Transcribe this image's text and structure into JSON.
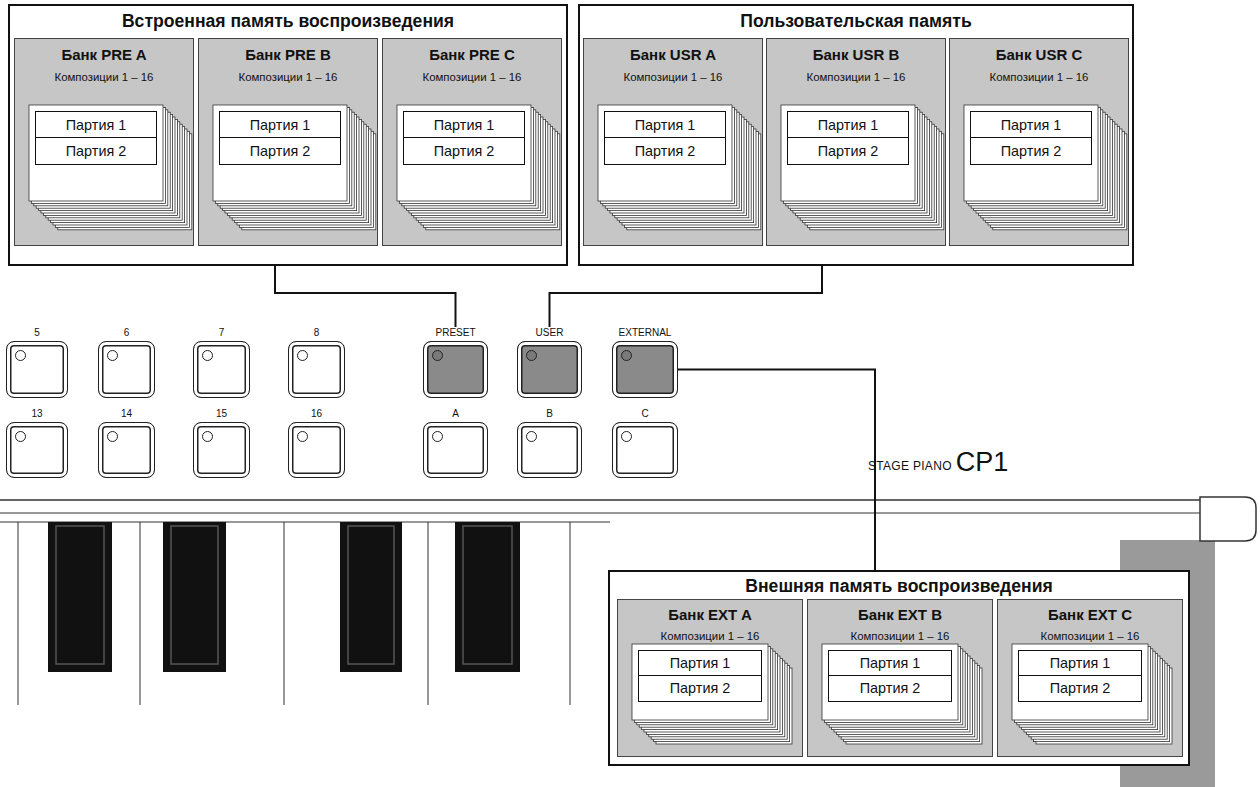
{
  "diagram": {
    "nodes": [
      {
        "text": [
          "Встроенная память воспроизведения"
        ]
      },
      {
        "text": [
          "Банк PRE A",
          "Композиции 1 – 16"
        ],
        "in": 0
      },
      {
        "text": [
          "Партия 1",
          "Партия 2"
        ],
        "in": 1
      },
      {
        "text": [
          "Банк PRE B",
          "Композиции 1 – 16"
        ],
        "in": 0
      },
      {
        "text": [
          "Партия 1",
          "Партия 2"
        ],
        "in": 3
      },
      {
        "text": [
          "Банк PRE C",
          "Композиции 1 – 16"
        ],
        "in": 0
      },
      {
        "text": [
          "Партия 1",
          "Партия 2"
        ],
        "in": 5
      },
      {
        "text": [
          "Пользовательская память"
        ]
      },
      {
        "text": [
          "Банк USR A",
          "Композиции 1 – 16"
        ],
        "in": 7
      },
      {
        "text": [
          "Партия 1",
          "Партия 2"
        ],
        "in": 8
      },
      {
        "text": [
          "Банк USR B",
          "Композиции 1 – 16"
        ],
        "in": 7
      },
      {
        "text": [
          "Партия 1",
          "Партия 2"
        ],
        "in": 10
      },
      {
        "text": [
          "Банк USR C",
          "Композиции 1 – 16"
        ],
        "in": 7
      },
      {
        "text": [
          "Партия 1",
          "Партия 2"
        ],
        "in": 12
      },
      {
        "text": [
          "5"
        ]
      },
      {
        "text": [
          "6"
        ]
      },
      {
        "text": [
          "7"
        ]
      },
      {
        "text": [
          "8"
        ]
      },
      {
        "text": [
          "PRESET"
        ]
      },
      {
        "text": [
          "USER"
        ]
      },
      {
        "text": [
          "EXTERNAL"
        ]
      },
      {
        "text": [
          "13"
        ]
      },
      {
        "text": [
          "14"
        ]
      },
      {
        "text": [
          "15"
        ]
      },
      {
        "text": [
          "16"
        ]
      },
      {
        "text": [
          "A"
        ]
      },
      {
        "text": [
          "B"
        ]
      },
      {
        "text": [
          "C"
        ]
      },
      {
        "text": [
          "Внешняя память воспроизведения"
        ]
      },
      {
        "text": [
          "Банк EXT A",
          "Композиции 1 – 16"
        ],
        "in": 28
      },
      {
        "text": [
          "Партия 1",
          "Партия 2"
        ],
        "in": 29
      },
      {
        "text": [
          "Банк EXT B",
          "Композиции 1 – 16"
        ],
        "in": 28
      },
      {
        "text": [
          "Партия 1",
          "Партия 2"
        ],
        "in": 31
      },
      {
        "text": [
          "Банк EXT C",
          "Композиции 1 – 16"
        ],
        "in": 28
      },
      {
        "text": [
          "Партия 1",
          "Партия 2"
        ],
        "in": 33
      }
    ],
    "edges": [
      {
        "from": 0,
        "to": 18,
        "arrow": "none"
      },
      {
        "from": 7,
        "to": 19,
        "arrow": "none"
      },
      {
        "from": 20,
        "to": 28,
        "arrow": "none"
      }
    ],
    "labels": [
      "STAGE PIANO",
      "CP1"
    ]
  }
}
